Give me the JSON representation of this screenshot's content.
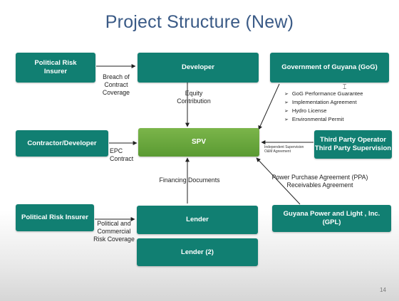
{
  "title": "Project Structure (New)",
  "nodes": {
    "pri_top": {
      "line1": "Political Risk",
      "line2": "Insurer"
    },
    "developer": "Developer",
    "gog": "Government of Guyana (GoG)",
    "contractor": "Contractor/Developer",
    "spv": "SPV",
    "third_party": {
      "line1": "Third Party Operator",
      "line2": "Third Party Supervision"
    },
    "pri_bottom": "Political Risk Insurer",
    "lender": "Lender",
    "lender2": "Lender (2)",
    "gpl": {
      "line1": "Guyana Power and Light , Inc.",
      "line2": "(GPL)"
    }
  },
  "edges": {
    "breach": [
      "Breach of",
      "Contract",
      "Coverage"
    ],
    "equity": [
      "Equity",
      "Contribution"
    ],
    "epc": [
      "EPC",
      "Contract"
    ],
    "financing": "Financing Documents",
    "ppa": [
      "Power Purchase Agreement (PPA)",
      "Receivables Agreement"
    ],
    "political_commercial": [
      "Political and",
      "Commercial",
      "Risk Coverage"
    ],
    "third_party_small": [
      "Independent Supervision",
      "O&M Agreement"
    ]
  },
  "gog_items": [
    "GoG Performance Guarantee",
    "Implementation Agreement",
    "Hydro License",
    "Environmental Permit"
  ],
  "page_number": "14",
  "colors": {
    "box": "#117f72",
    "spv": "#6aa83c",
    "title": "#3a5a86",
    "arrow": "#222222"
  }
}
